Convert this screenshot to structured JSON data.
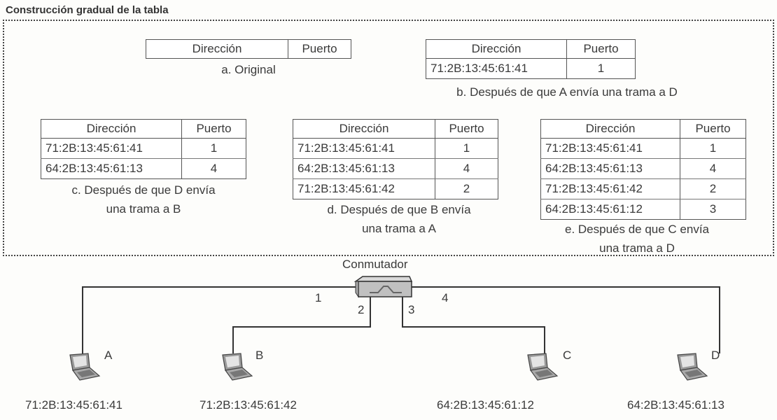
{
  "title": "Construcción gradual de la tabla",
  "headers": {
    "address": "Dirección",
    "port": "Puerto"
  },
  "tables": {
    "a": {
      "caption": [
        "a. Original"
      ],
      "rows": []
    },
    "b": {
      "caption": [
        "b. Después de que A envía una trama a D"
      ],
      "rows": [
        [
          "71:2B:13:45:61:41",
          "1"
        ]
      ]
    },
    "c": {
      "caption": [
        "c. Después de que D envía",
        "una trama a B"
      ],
      "rows": [
        [
          "71:2B:13:45:61:41",
          "1"
        ],
        [
          "64:2B:13:45:61:13",
          "4"
        ]
      ]
    },
    "d": {
      "caption": [
        "d. Después de que B envía",
        "una trama a A"
      ],
      "rows": [
        [
          "71:2B:13:45:61:41",
          "1"
        ],
        [
          "64:2B:13:45:61:13",
          "4"
        ],
        [
          "71:2B:13:45:61:42",
          "2"
        ]
      ]
    },
    "e": {
      "caption": [
        "e. Después de que C envía",
        "una trama a D"
      ],
      "rows": [
        [
          "71:2B:13:45:61:41",
          "1"
        ],
        [
          "64:2B:13:45:61:13",
          "4"
        ],
        [
          "71:2B:13:45:61:42",
          "2"
        ],
        [
          "64:2B:13:45:61:12",
          "3"
        ]
      ]
    }
  },
  "network": {
    "switch_label": "Conmutador",
    "ports": [
      "1",
      "2",
      "3",
      "4"
    ],
    "hosts": [
      {
        "name": "A",
        "address": "71:2B:13:45:61:41"
      },
      {
        "name": "B",
        "address": "71:2B:13:45:61:42"
      },
      {
        "name": "C",
        "address": "64:2B:13:45:61:12"
      },
      {
        "name": "D",
        "address": "64:2B:13:45:61:13"
      }
    ]
  }
}
